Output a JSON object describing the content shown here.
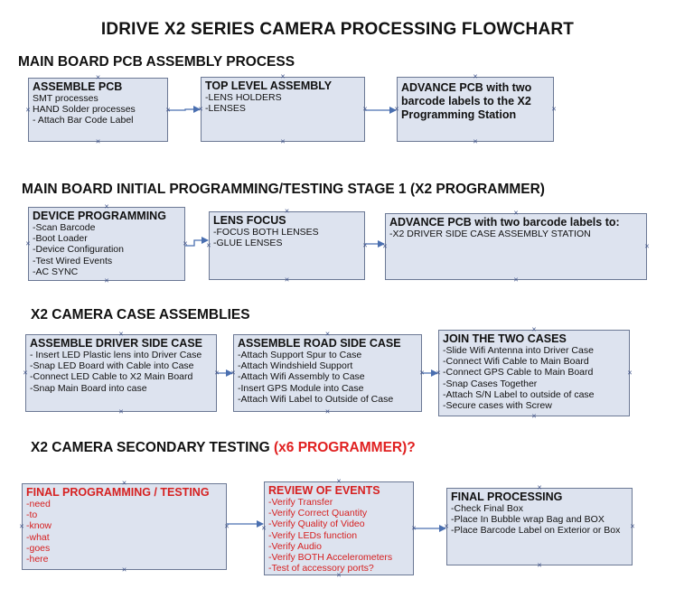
{
  "title": "IDRIVE X2  SERIES CAMERA PROCESSING FLOWCHART",
  "sections": [
    {
      "label": "MAIN BOARD PCB ASSEMBLY PROCESS",
      "suffix": ""
    },
    {
      "label": "MAIN BOARD INITIAL PROGRAMMING/TESTING STAGE 1 (X2 PROGRAMMER)",
      "suffix": ""
    },
    {
      "label": "X2 CAMERA CASE ASSEMBLIES",
      "suffix": ""
    },
    {
      "label": "X2 CAMERA SECONDARY TESTING",
      "suffix": "(x6 PROGRAMMER)?"
    }
  ],
  "boxes": [
    {
      "title": "ASSEMBLE PCB",
      "red": false,
      "items": [
        " SMT processes",
        " HAND Solder processes",
        "- Attach Bar Code Label"
      ]
    },
    {
      "title": "TOP LEVEL ASSEMBLY",
      "red": false,
      "items": [
        "-LENS HOLDERS",
        "-LENSES"
      ]
    },
    {
      "title": "ADVANCE PCB with two barcode labels to the X2 Programming Station",
      "red": false,
      "items": []
    },
    {
      "title": "DEVICE PROGRAMMING",
      "red": false,
      "items": [
        "-Scan Barcode",
        "-Boot Loader",
        "-Device Configuration",
        "-Test Wired Events",
        "-AC SYNC"
      ]
    },
    {
      "title": "LENS FOCUS",
      "red": false,
      "items": [
        "-FOCUS BOTH LENSES",
        "-GLUE LENSES"
      ]
    },
    {
      "title": "ADVANCE PCB with two barcode labels to:",
      "red": false,
      "items": [
        "-X2 DRIVER  SIDE  CASE  ASSEMBLY STATION"
      ]
    },
    {
      "title": "ASSEMBLE DRIVER SIDE CASE",
      "red": false,
      "items": [
        "- Insert LED Plastic lens into Driver Case",
        "-Snap LED Board with Cable into Case",
        "-Connect LED Cable to X2 Main Board",
        "-Snap Main Board into case"
      ]
    },
    {
      "title": "ASSEMBLE ROAD SIDE CASE",
      "red": false,
      "items": [
        "-Attach Support Spur to Case",
        "-Attach Windshield Support",
        "-Attach Wifi Assembly to Case",
        "-Insert GPS Module into Case",
        "-Attach Wifi Label to Outside of Case"
      ]
    },
    {
      "title": "JOIN THE TWO CASES",
      "red": false,
      "items": [
        "-Slide Wifi Antenna into Driver Case",
        "-Connect Wifi Cable to Main Board",
        "-Connect GPS Cable to Main Board",
        "-Snap Cases Together",
        "-Attach S/N Label to outside of case",
        "-Secure cases with Screw"
      ]
    },
    {
      "title": "FINAL PROGRAMMING / TESTING",
      "red": true,
      "items": [
        "-need",
        "-to",
        "-know",
        "-what",
        "-goes",
        "-here"
      ]
    },
    {
      "title": "REVIEW OF EVENTS",
      "red": true,
      "items": [
        "-Verify Transfer",
        "-Verify Correct Quantity",
        "-Verify Quality of Video",
        "-Verify LEDs function",
        "-Verify Audio",
        "-Verify BOTH Accelerometers",
        "-Test of accessory ports?"
      ]
    },
    {
      "title": "FINAL PROCESSING",
      "red": false,
      "items": [
        " -Check Final Box",
        "-Place In Bubble wrap Bag and BOX",
        "-Place Barcode Label on Exterior or Box"
      ]
    }
  ]
}
